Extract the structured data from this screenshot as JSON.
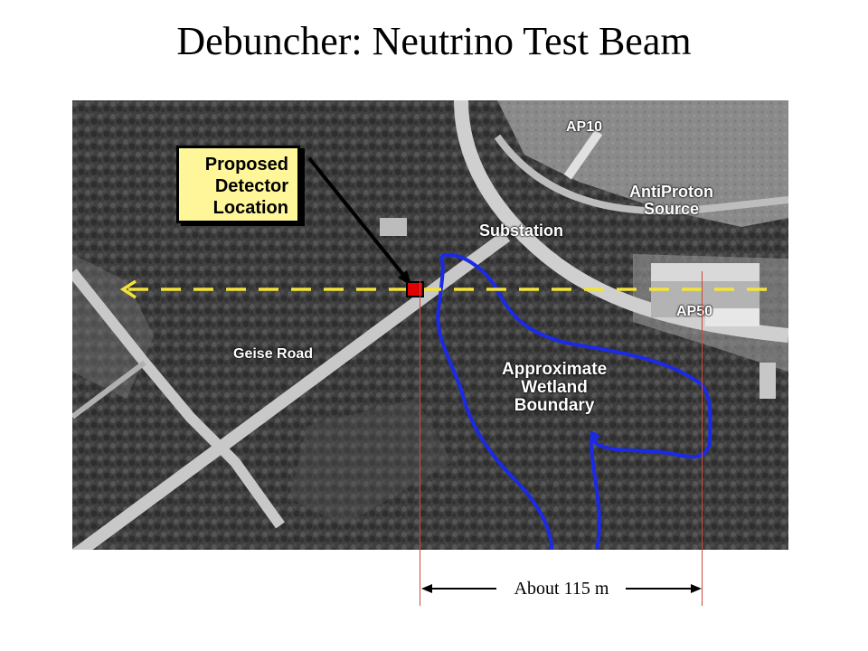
{
  "page": {
    "title": "Debuncher: Neutrino Test Beam"
  },
  "map": {
    "callout": [
      "Proposed",
      "Detector",
      "Location"
    ],
    "labels": {
      "ap10": "AP10",
      "antiproton": [
        "AntiProton",
        "Source"
      ],
      "substation": "Substation",
      "ap50": "AP50",
      "geise_road": "Geise Road",
      "wetland": [
        "Approximate",
        "Wetland",
        "Boundary"
      ]
    },
    "colors": {
      "beam_line": "#f2e23a",
      "wetland_boundary": "#1a2ae6",
      "detector_marker": "#e00000",
      "measure_line": "#cc4a3a"
    }
  },
  "measurement": {
    "label": "About 115 m"
  }
}
